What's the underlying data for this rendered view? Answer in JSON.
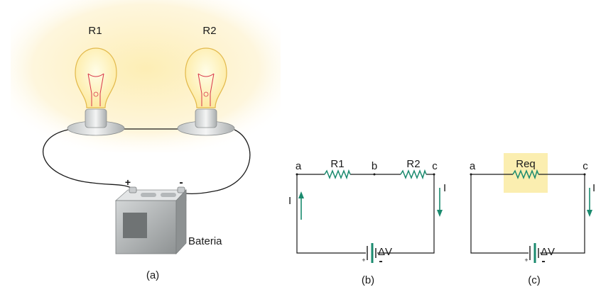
{
  "panel_a": {
    "bulb_left_label": "R1",
    "bulb_right_label": "R2",
    "battery_plus": "+",
    "battery_minus": "-",
    "battery_label": "Bateria",
    "caption": "(a)"
  },
  "panel_b": {
    "node_a": "a",
    "node_b": "b",
    "node_c": "c",
    "resistor1": "R1",
    "resistor2": "R2",
    "current_left": "I",
    "current_right": "I",
    "voltage": "ΔV",
    "plus": "+",
    "minus": "-",
    "caption": "(b)"
  },
  "panel_c": {
    "node_a": "a",
    "node_c": "c",
    "resistor_eq": "Req",
    "current_right": "I",
    "voltage": "ΔV",
    "plus": "+",
    "minus": "-",
    "caption": "(c)"
  },
  "colors": {
    "glow": "#fdf1c9",
    "wire": "#1a1a1a",
    "resistor": "#1a8a6e",
    "arrow": "#1a8a6e",
    "highlight": "#fbeeb0",
    "battery_body": "#b9bcbd"
  }
}
